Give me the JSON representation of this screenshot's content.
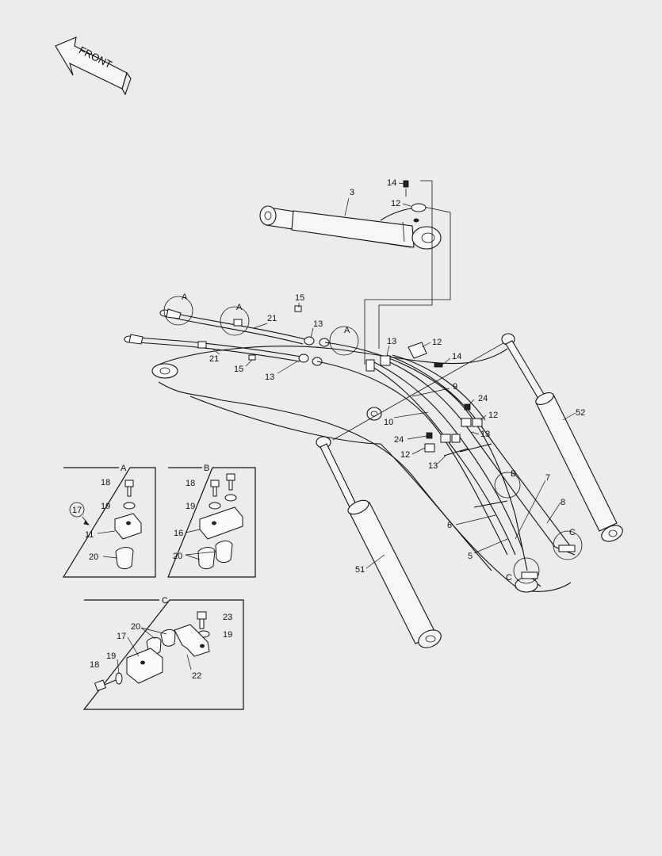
{
  "front_arrow": {
    "label": "FRONT"
  },
  "callouts": {
    "c3": "3",
    "c14a": "14",
    "c12a": "12",
    "c15a": "15",
    "c21a": "21",
    "c13a": "13",
    "c21b": "21",
    "c15b": "15",
    "c13b": "13",
    "c13c": "13",
    "c12b": "12",
    "c14b": "14",
    "c9": "9",
    "c24a": "24",
    "c12c": "12",
    "c10": "10",
    "c13d": "13",
    "c24b": "24",
    "c12d": "12",
    "c13e": "13",
    "c52": "52",
    "c7": "7",
    "c8": "8",
    "c6": "6",
    "c5": "5",
    "c51": "51",
    "markA1": "A",
    "markA2": "A",
    "markA3": "A",
    "markB": "B",
    "markC1": "C",
    "markC2": "C"
  },
  "detail_a": {
    "title": "A",
    "c18": "18",
    "c19": "19",
    "c17": "17",
    "c11": "11",
    "c20": "20"
  },
  "detail_b": {
    "title": "B",
    "c18": "18",
    "c19": "19",
    "c16": "16",
    "c20": "20"
  },
  "detail_c": {
    "title": "C",
    "c23": "23",
    "c20": "20",
    "c19": "19",
    "c17": "17",
    "c19b": "19",
    "c18": "18",
    "c22": "22"
  }
}
